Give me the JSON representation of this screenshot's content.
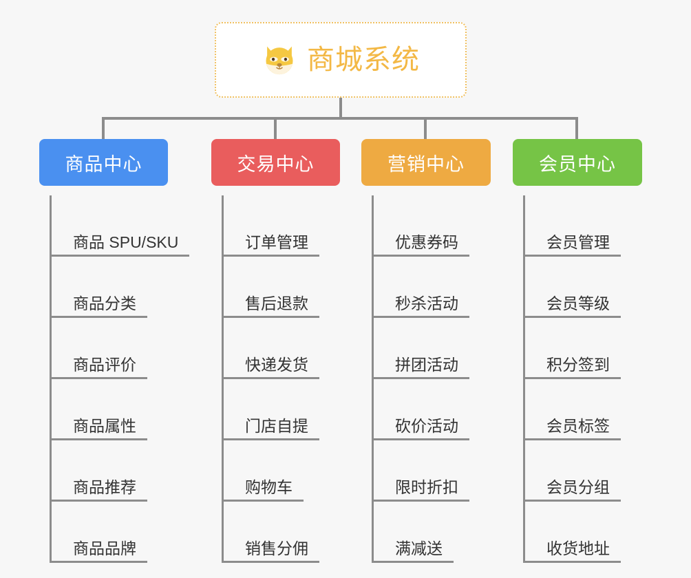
{
  "page": {
    "background_color": "#f7f7f7",
    "diagram_type": "organization-tree"
  },
  "root": {
    "icon": "dog-face-icon",
    "title": "商城系统",
    "text_color": "#f3b845",
    "border_color": "#f0c060",
    "background_color": "#ffffff"
  },
  "connector": {
    "color": "#8c8c8c"
  },
  "categories": [
    {
      "label": "商品中心",
      "color": "#4a90f0",
      "items": [
        {
          "label": "商品 SPU/SKU"
        },
        {
          "label": "商品分类"
        },
        {
          "label": "商品评价"
        },
        {
          "label": "商品属性"
        },
        {
          "label": "商品推荐"
        },
        {
          "label": "商品品牌"
        }
      ]
    },
    {
      "label": "交易中心",
      "color": "#e95d5d",
      "items": [
        {
          "label": "订单管理"
        },
        {
          "label": "售后退款"
        },
        {
          "label": "快递发货"
        },
        {
          "label": "门店自提"
        },
        {
          "label": "购物车"
        },
        {
          "label": "销售分佣"
        }
      ]
    },
    {
      "label": "营销中心",
      "color": "#eeaa42",
      "items": [
        {
          "label": "优惠券码"
        },
        {
          "label": "秒杀活动"
        },
        {
          "label": "拼团活动"
        },
        {
          "label": "砍价活动"
        },
        {
          "label": "限时折扣"
        },
        {
          "label": "满减送"
        }
      ]
    },
    {
      "label": "会员中心",
      "color": "#76c446",
      "items": [
        {
          "label": "会员管理"
        },
        {
          "label": "会员等级"
        },
        {
          "label": "积分签到"
        },
        {
          "label": "会员标签"
        },
        {
          "label": "会员分组"
        },
        {
          "label": "收货地址"
        }
      ]
    }
  ]
}
